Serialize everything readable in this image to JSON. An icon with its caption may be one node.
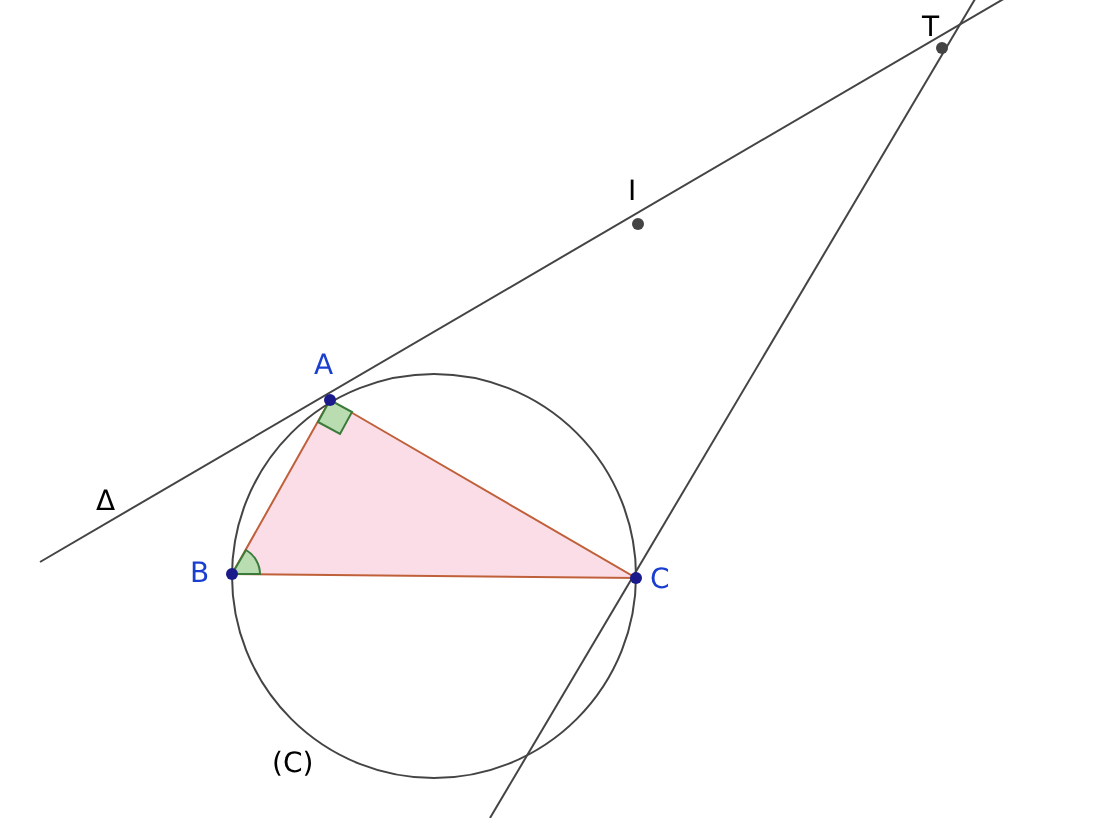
{
  "diagram": {
    "labels": [
      "T",
      "I",
      "A",
      "Δ",
      "B",
      "C",
      "(C)"
    ]
  }
}
